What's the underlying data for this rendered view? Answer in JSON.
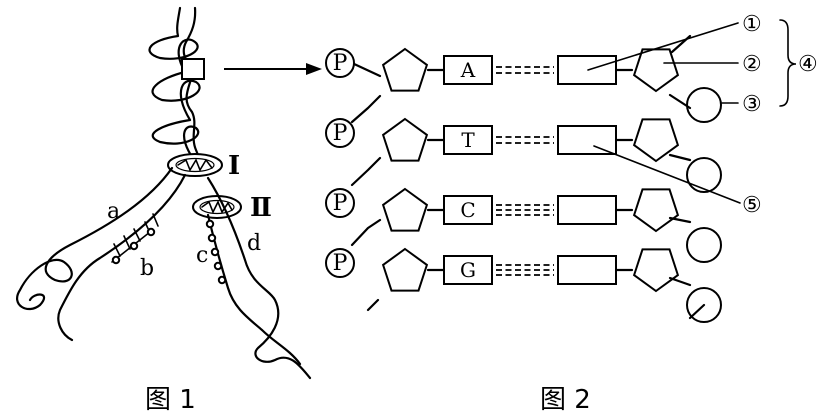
{
  "figure1": {
    "caption": "图 1",
    "fork_label_1": "Ⅰ",
    "fork_label_2": "Ⅱ",
    "strand_labels": [
      "a",
      "b",
      "c",
      "d"
    ]
  },
  "figure2": {
    "caption": "图 2",
    "phosphate_label": "P",
    "bases_left": [
      "A",
      "T",
      "C",
      "G"
    ],
    "callouts": [
      "①",
      "②",
      "③",
      "④",
      "⑤"
    ]
  }
}
